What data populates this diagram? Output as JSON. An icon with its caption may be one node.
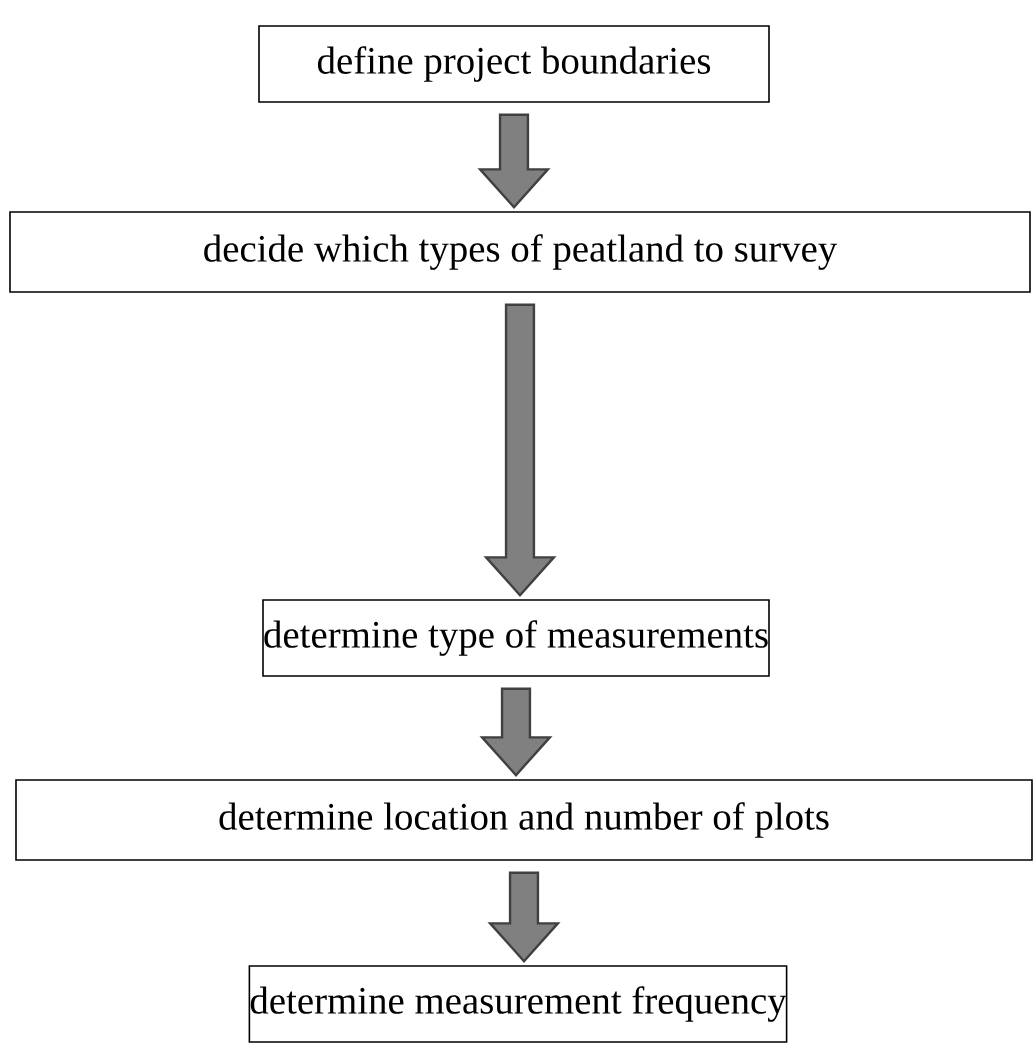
{
  "diagram": {
    "nodes": [
      {
        "text": [
          "define project boundaries"
        ]
      },
      {
        "text": [
          "decide which types of peatland to survey"
        ]
      },
      {
        "text": [
          "determine type of measurements"
        ]
      },
      {
        "text": [
          "determine location and number of plots"
        ]
      },
      {
        "text": [
          "determine measurement frequency"
        ]
      }
    ],
    "edges": [
      {
        "from": 0,
        "to": 1,
        "arrow": "to"
      },
      {
        "from": 1,
        "to": 2,
        "arrow": "to"
      },
      {
        "from": 2,
        "to": 3,
        "arrow": "to"
      },
      {
        "from": 3,
        "to": 4,
        "arrow": "to"
      }
    ]
  }
}
